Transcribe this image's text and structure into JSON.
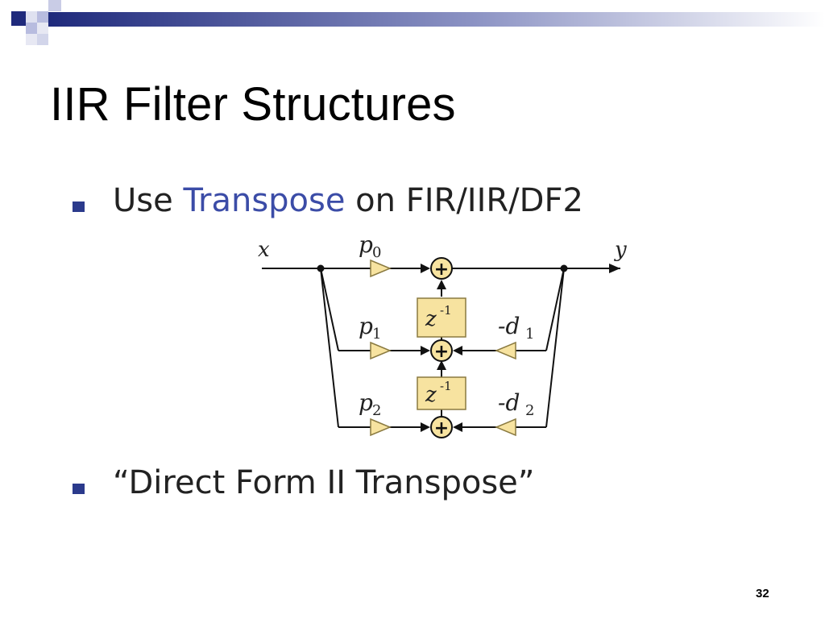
{
  "slide": {
    "title": "IIR Filter Structures",
    "page_number": "32"
  },
  "bullets": [
    {
      "prefix": "Use ",
      "accent": "Transpose",
      "suffix": " on FIR/IIR/DF2"
    },
    {
      "text": "“Direct Form II Transpose”"
    }
  ],
  "diagram": {
    "input_label": "x",
    "output_label": "y",
    "feedforward_gains": [
      "p",
      "p",
      "p"
    ],
    "feedforward_subscripts": [
      "0",
      "1",
      "2"
    ],
    "feedback_gains": [
      "-d",
      "-d"
    ],
    "feedback_subscripts": [
      "1",
      "2"
    ],
    "delay_base": "z",
    "delay_exponent": "-1",
    "adder_symbol": "+"
  },
  "colors": {
    "header_dark": "#1f2a7c",
    "header_light": "#c9cce6",
    "accent_text": "#3b4ca7",
    "block_fill": "#f7e3a0",
    "block_stroke": "#8a7a40"
  }
}
